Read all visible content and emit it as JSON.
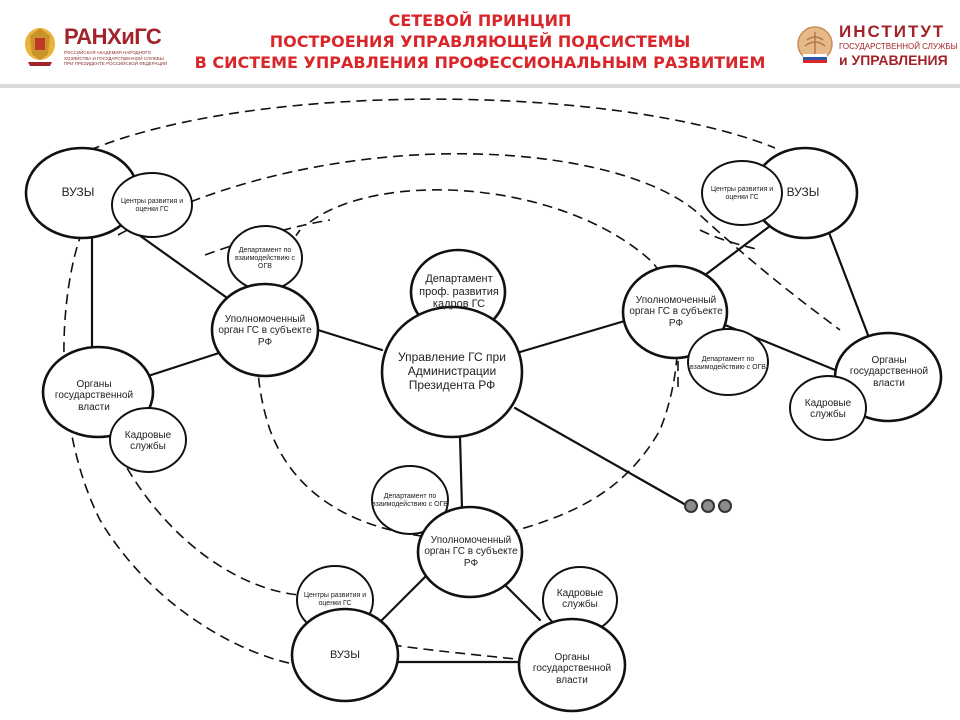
{
  "header": {
    "title_lines": [
      "СЕТЕВОЙ ПРИНЦИП",
      "ПОСТРОЕНИЯ УПРАВЛЯЮЩЕЙ ПОДСИСТЕМЫ",
      "В СИСТЕМЕ УПРАВЛЕНИЯ ПРОФЕССИОНАЛЬНЫМ РАЗВИТИЕМ"
    ],
    "title_color": "#d9262b",
    "logo_left": {
      "brand": "РАНХиГС",
      "subtitle": "РОССИЙСКАЯ АКАДЕМИЯ НАРОДНОГО ХОЗЯЙСТВА И ГОСУДАРСТВЕННОЙ СЛУЖБЫ ПРИ ПРЕЗИДЕНТЕ РОССИЙСКОЙ ФЕДЕРАЦИИ",
      "color": "#a3232a"
    },
    "logo_right": {
      "line1": "ИНСТИТУТ",
      "line2": "ГОСУДАРСТВЕННОЙ СЛУЖБЫ",
      "line3": "и УПРАВЛЕНИЯ",
      "color": "#a3232a"
    }
  },
  "diagram": {
    "nodes": {
      "center": "Управление ГС при Администрации Президента РФ",
      "center_dept": "Департамент проф. развития кадров ГС",
      "left_vuzy": "ВУЗЫ",
      "left_centers": "Центры развития и оценки ГС",
      "left_dept": "Департамент по взаимодействию с ОГВ",
      "left_upol": "Уполномоченный орган ГС в субъекте РФ",
      "left_organy": "Органы государственной власти",
      "left_kadry": "Кадровые службы",
      "right_vuzy": "ВУЗЫ",
      "right_centers": "Центры развития и оценки ГС",
      "right_upol": "Уполномоченный орган ГС в субъекте РФ",
      "right_dept": "Департамент по взаимодействию с ОГВ",
      "right_organy": "Органы государственной власти",
      "right_kadry": "Кадровые службы",
      "bottom_dept": "Департамент по взаимодействию с ОГВ",
      "bottom_upol": "Уполномоченный орган ГС в субъекте РФ",
      "bottom_centers": "Центры развития и оценки ГС",
      "bottom_vuzy": "ВУЗЫ",
      "bottom_kadry": "Кадровые службы",
      "bottom_organy": "Органы государственной власти"
    },
    "ellipsis_dots_color": "#8c8c8c"
  }
}
